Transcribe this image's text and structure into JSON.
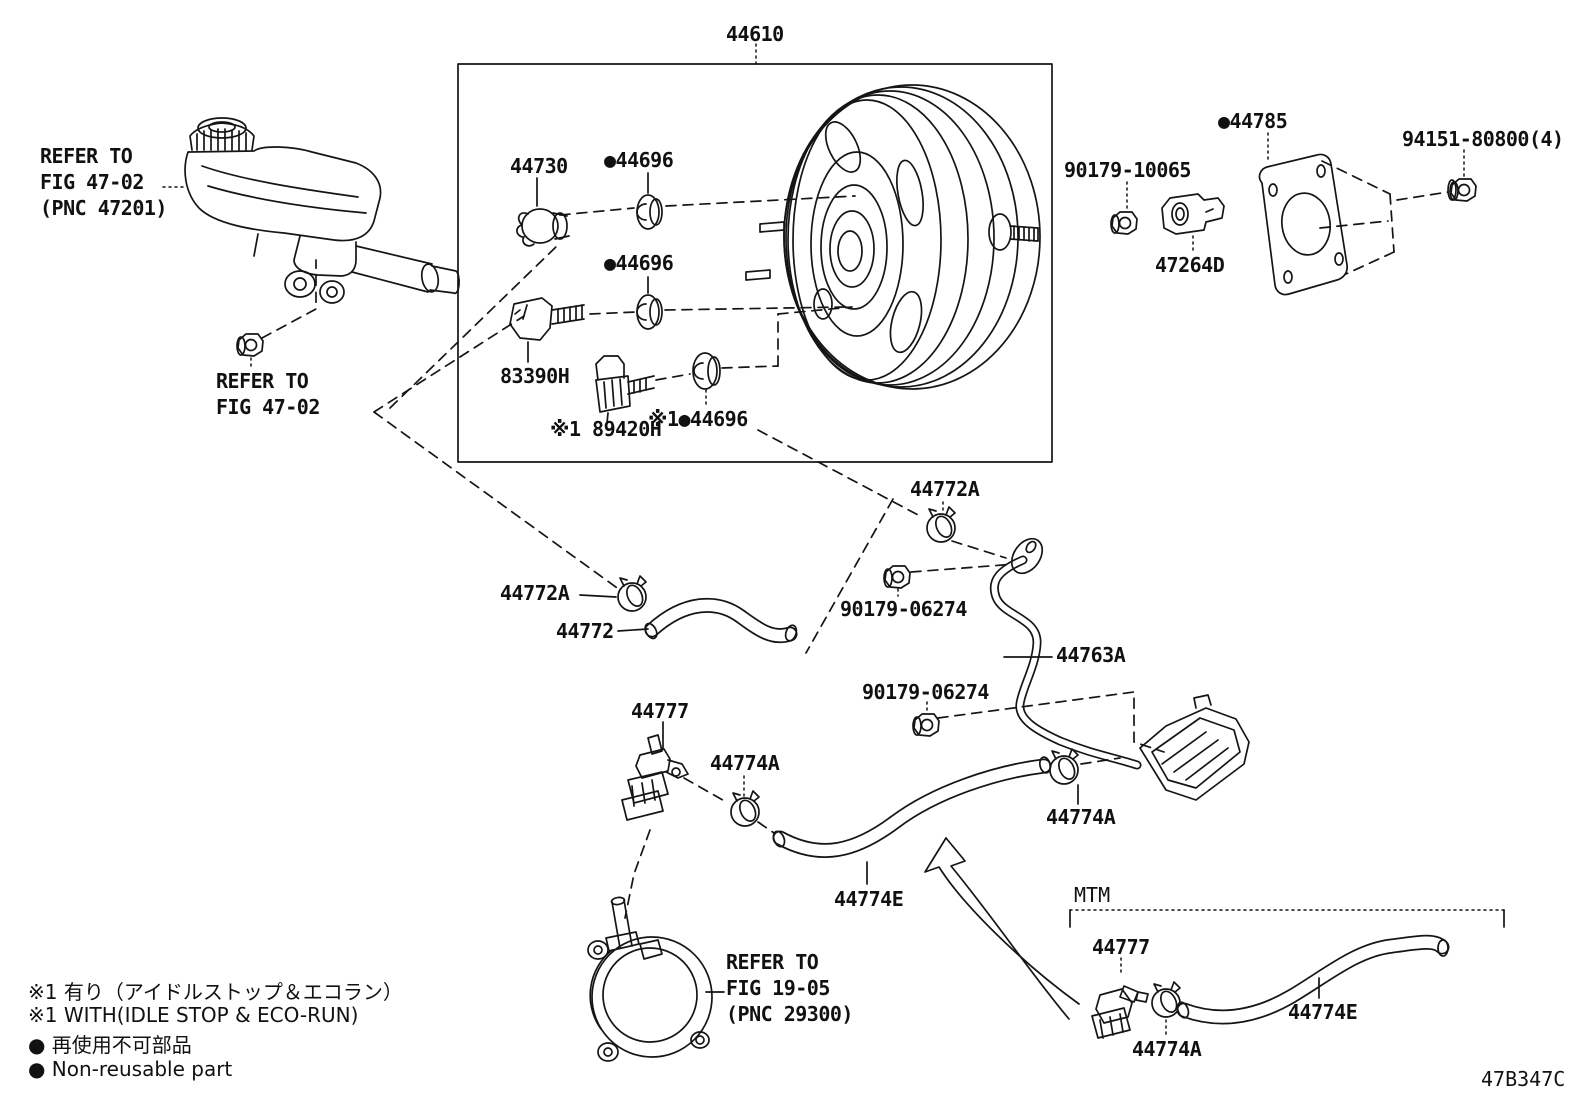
{
  "figure": {
    "drawing_code": "47B347C",
    "main_assembly_box_part": "44610"
  },
  "colors": {
    "ink": "#151515",
    "background": "#ffffff"
  },
  "labels": {
    "main_assembly": "44610",
    "refer_master_cyl": "REFER TO\nFIG 47-02\n(PNC 47201)",
    "refer_master_cyl2": "REFER TO\nFIG 47-02",
    "p44730": "44730",
    "p44696_1": "●44696",
    "p44696_2": "●44696",
    "p83390h": "83390H",
    "p89420h": "※1 89420H",
    "p44696_3": "※1●44696",
    "p90179_10065": "90179-10065",
    "p47264d": "47264D",
    "p44785": "●44785",
    "p94151": "94151-80800(4)",
    "p44772a_1": "44772A",
    "p90179_06274_1": "90179-06274",
    "p44763a": "44763A",
    "p44772a_2": "44772A",
    "p44772": "44772",
    "p90179_06274_2": "90179-06274",
    "p44777_1": "44777",
    "p44774a_1": "44774A",
    "p44774a_2": "44774A",
    "p44774e_1": "44774E",
    "refer_pump": "REFER TO\nFIG 19-05\n(PNC 29300)",
    "mtm": "MTM",
    "p44777_2": "44777",
    "p44774a_3": "44774A",
    "p44774e_2": "44774E",
    "code": "47B347C",
    "note_ja1": "※1 有り（アイドルストップ＆エコラン）",
    "note_en1": "※1 WITH(IDLE STOP & ECO-RUN)",
    "note_ja2": "● 再使用不可部品",
    "note_en2": "● Non-reusable part"
  }
}
